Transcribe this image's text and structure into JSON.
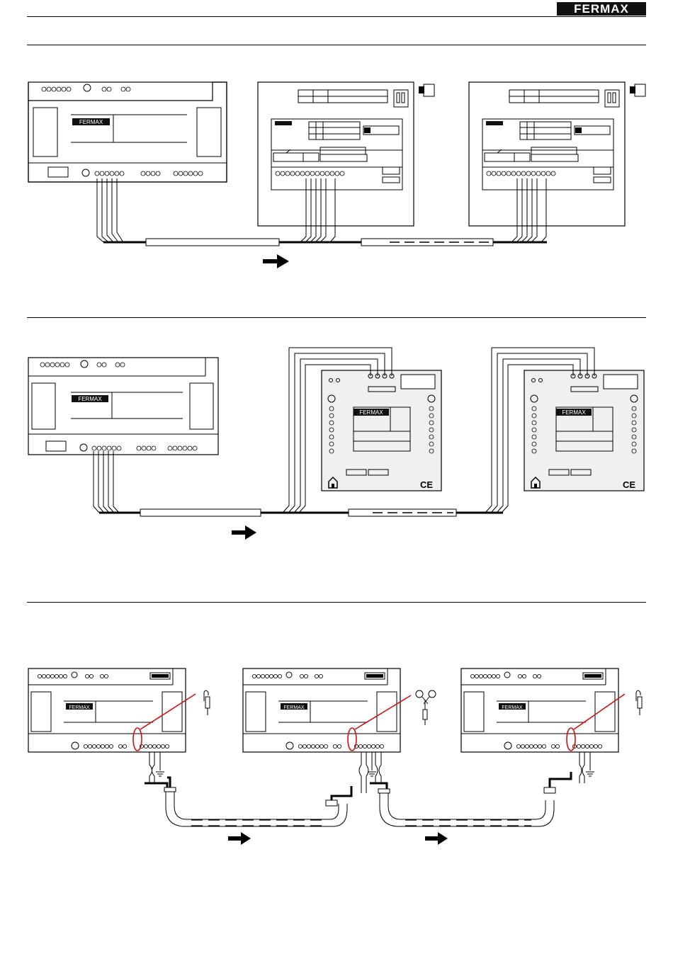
{
  "header": {
    "brand": "FERMAX"
  },
  "devices": {
    "module_brand": "FERMAX",
    "panel_brand": "FERMAX",
    "ce_mark": "CE"
  }
}
